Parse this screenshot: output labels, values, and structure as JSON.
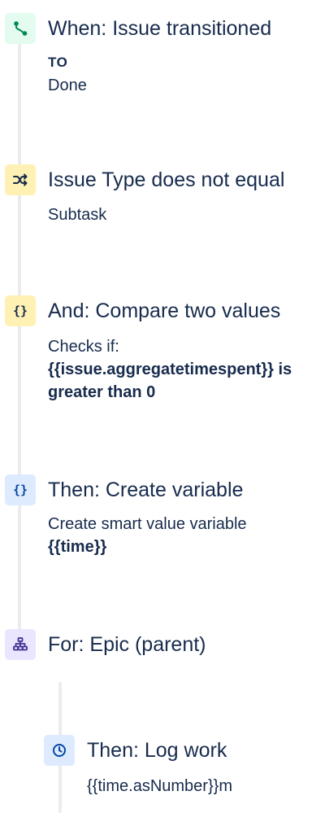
{
  "rule": {
    "trigger": {
      "icon": "branch-icon",
      "title": "When: Issue transitioned",
      "field_label": "TO",
      "field_value": "Done"
    },
    "condition_issue_type": {
      "icon": "shuffle-icon",
      "title": "Issue Type does not equal",
      "value": "Subtask"
    },
    "condition_compare": {
      "icon": "braces-icon",
      "icon_glyph": "{}",
      "title": "And: Compare two values",
      "prefix": "Checks if:",
      "expression": "{{issue.aggregatetimespent}} is greater than 0"
    },
    "action_variable": {
      "icon": "braces-icon",
      "icon_glyph": "{}",
      "title": "Then: Create variable",
      "description": "Create smart value variable",
      "variable": "{{time}}"
    },
    "branch": {
      "icon": "hierarchy-icon",
      "title": "For: Epic (parent)"
    },
    "nested_action": {
      "icon": "clock-icon",
      "title": "Then: Log work",
      "value": "{{time.asNumber}}m"
    }
  },
  "colors": {
    "text": "#172B4D",
    "rail": "#EBECF0",
    "trigger_bg": "#E3FCEF",
    "trigger_fg": "#00875A",
    "condition_bg": "#FFF0B3",
    "action_bg": "#DEEBFF",
    "action_fg": "#0747A6",
    "branch_bg": "#EAE6FF",
    "branch_fg": "#403294"
  }
}
